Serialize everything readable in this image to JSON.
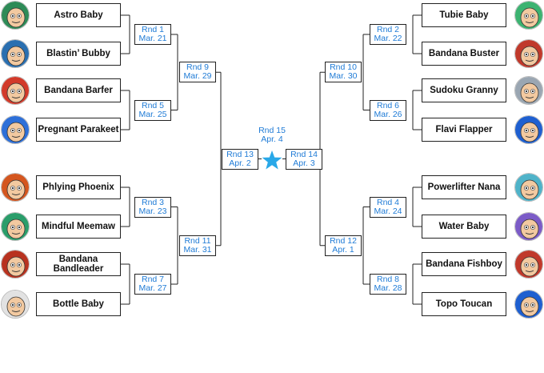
{
  "accent_color": "#1f7bd6",
  "line_color": "#222222",
  "left_teams": [
    {
      "name": "Astro Baby",
      "icon": "astro-baby-avatar",
      "bg": "#2e8b57"
    },
    {
      "name": "Blastin’ Bubby",
      "icon": "blastin-bubby-avatar",
      "bg": "#2a6fb0"
    },
    {
      "name": "Bandana Barfer",
      "icon": "bandana-barfer-avatar",
      "bg": "#d23a2a"
    },
    {
      "name": "Pregnant Parakeet",
      "icon": "pregnant-parakeet-avatar",
      "bg": "#2d6fd8"
    },
    {
      "name": "Phlying Phoenix",
      "icon": "phlying-phoenix-avatar",
      "bg": "#d4561f"
    },
    {
      "name": "Mindful Meemaw",
      "icon": "mindful-meemaw-avatar",
      "bg": "#2a9d6a"
    },
    {
      "name": "Bandana Bandleader",
      "icon": "bandana-bandleader-avatar",
      "bg": "#b8321f"
    },
    {
      "name": "Bottle Baby",
      "icon": "bottle-baby-avatar",
      "bg": "#e2e2e2"
    }
  ],
  "right_teams": [
    {
      "name": "Tubie Baby",
      "icon": "tubie-baby-avatar",
      "bg": "#3cb371"
    },
    {
      "name": "Bandana Buster",
      "icon": "bandana-buster-avatar",
      "bg": "#c0392b"
    },
    {
      "name": "Sudoku Granny",
      "icon": "sudoku-granny-avatar",
      "bg": "#9aa6b2"
    },
    {
      "name": "Flavi Flapper",
      "icon": "flavi-flapper-avatar",
      "bg": "#1e5fd0"
    },
    {
      "name": "Powerlifter Nana",
      "icon": "powerlifter-nana-avatar",
      "bg": "#4fb3c9"
    },
    {
      "name": "Water Baby",
      "icon": "water-baby-avatar",
      "bg": "#7b5bc7"
    },
    {
      "name": "Bandana Fishboy",
      "icon": "bandana-fishboy-avatar",
      "bg": "#c0392b"
    },
    {
      "name": "Topo Toucan",
      "icon": "topo-toucan-avatar",
      "bg": "#1e5fd0"
    }
  ],
  "left_r1": [
    {
      "rnd": "Rnd 1",
      "date": "Mar. 21"
    },
    {
      "rnd": "Rnd 5",
      "date": "Mar. 25"
    },
    {
      "rnd": "Rnd 3",
      "date": "Mar. 23"
    },
    {
      "rnd": "Rnd 7",
      "date": "Mar. 27"
    }
  ],
  "right_r1": [
    {
      "rnd": "Rnd 2",
      "date": "Mar. 22"
    },
    {
      "rnd": "Rnd 6",
      "date": "Mar. 26"
    },
    {
      "rnd": "Rnd 4",
      "date": "Mar. 24"
    },
    {
      "rnd": "Rnd 8",
      "date": "Mar. 28"
    }
  ],
  "left_r2": [
    {
      "rnd": "Rnd 9",
      "date": "Mar. 29"
    },
    {
      "rnd": "Rnd 11",
      "date": "Mar. 31"
    }
  ],
  "right_r2": [
    {
      "rnd": "Rnd 10",
      "date": "Mar. 30"
    },
    {
      "rnd": "Rnd 12",
      "date": "Apr. 1"
    }
  ],
  "left_semi": {
    "rnd": "Rnd 13",
    "date": "Apr. 2"
  },
  "right_semi": {
    "rnd": "Rnd 14",
    "date": "Apr. 3"
  },
  "final": {
    "rnd": "Rnd 15",
    "date": "Apr. 4",
    "icon": "star-icon"
  }
}
